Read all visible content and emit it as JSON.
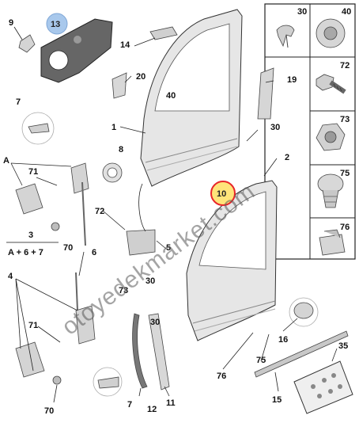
{
  "watermark": "otoyedekmarket.com",
  "highlighted_labels": {
    "label_13": "13",
    "label_10": "10"
  },
  "labels": {
    "l9": "9",
    "l13": "13",
    "l14": "14",
    "l20": "20",
    "l40a": "40",
    "l19": "19",
    "l7a": "7",
    "l1": "1",
    "l8": "8",
    "l30a": "30",
    "l2": "2",
    "lA": "A",
    "l71a": "71",
    "l72": "72",
    "l3": "3",
    "l70a": "70",
    "l6": "6",
    "l5": "5",
    "l4": "4",
    "l73": "73",
    "l30b": "30",
    "l30c": "30",
    "l71b": "71",
    "l16": "16",
    "l75": "75",
    "l76": "76",
    "l35": "35",
    "l15": "15",
    "l7b": "7",
    "l12": "12",
    "l11": "11",
    "l70b": "70"
  },
  "formula": "A + 6 + 7",
  "side_panel": {
    "top_pair": {
      "left": "30",
      "right": "40"
    },
    "items": [
      "72",
      "73",
      "75",
      "76"
    ]
  },
  "colors": {
    "highlight_blue": "#a8c8ec",
    "highlight_red": "#e8262a",
    "highlight_yellow": "#ffe47a",
    "part_gray": "#d8d8d8"
  }
}
